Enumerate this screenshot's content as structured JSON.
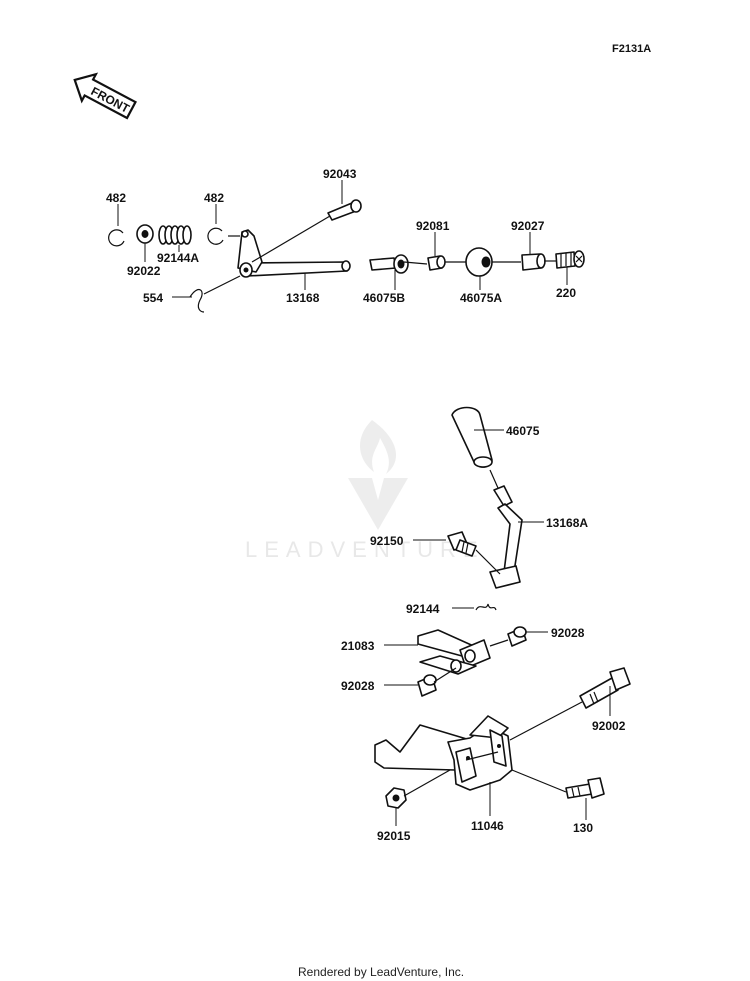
{
  "diagram_code": "F2131A",
  "front_arrow_label": "FRONT",
  "watermark": "LEADVENTURE",
  "footer": "Rendered by LeadVenture, Inc.",
  "labels": {
    "p482_left": "482",
    "p482_right": "482",
    "p92043": "92043",
    "p92022": "92022",
    "p92144A": "92144A",
    "p554": "554",
    "p13168": "13168",
    "p92081": "92081",
    "p46075B": "46075B",
    "p92027": "92027",
    "p46075A": "46075A",
    "p220": "220",
    "p46075": "46075",
    "p13168A": "13168A",
    "p92150": "92150",
    "p92144": "92144",
    "p21083": "21083",
    "p92028_right": "92028",
    "p92028_left": "92028",
    "p92002": "92002",
    "p92015": "92015",
    "p11046": "11046",
    "p130": "130"
  }
}
